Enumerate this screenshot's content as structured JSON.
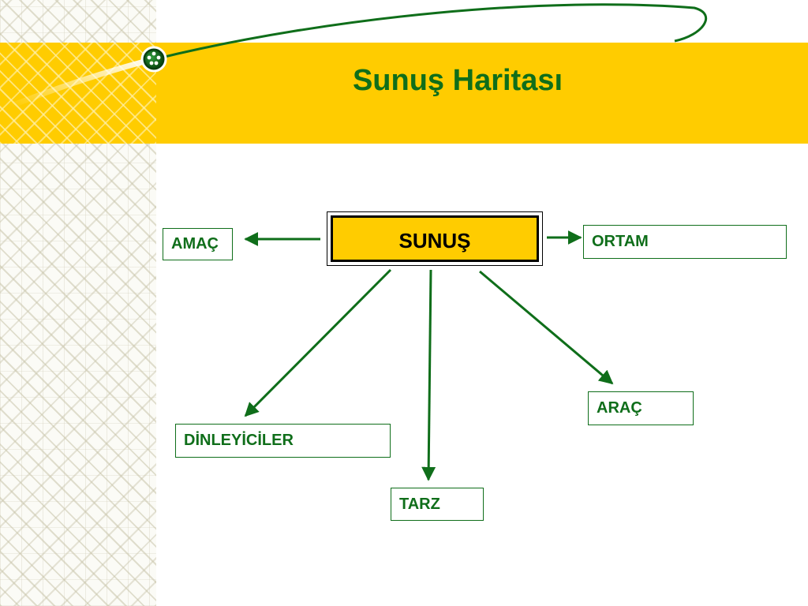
{
  "slide": {
    "title": "Sunuş Haritası"
  },
  "diagram": {
    "center": {
      "label": "SUNUŞ"
    },
    "nodes": [
      {
        "id": "amac",
        "label": "AMAÇ"
      },
      {
        "id": "ortam",
        "label": "ORTAM"
      },
      {
        "id": "dinleyiciler",
        "label": "DİNLEYİCİLER"
      },
      {
        "id": "tarz",
        "label": "TARZ"
      },
      {
        "id": "arac",
        "label": "ARAÇ"
      }
    ]
  },
  "colors": {
    "accent_yellow": "#ffcc00",
    "title_green": "#0f6e1a",
    "arrow_green": "#0f6e1a",
    "box_border": "#000000"
  },
  "icons": {
    "orbit_bead": "orb-icon"
  }
}
